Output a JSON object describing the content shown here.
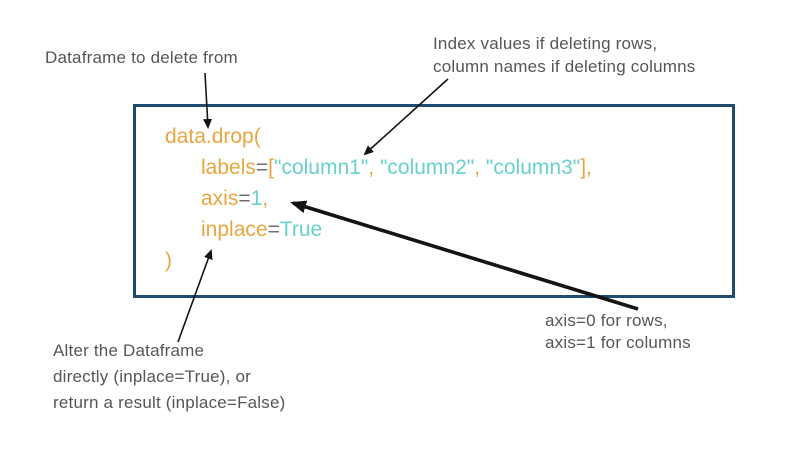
{
  "colors": {
    "orange": "#EAA63E",
    "teal": "#67D1CA",
    "operator_gray": "#6D6E71",
    "annotation_gray": "#55565A",
    "box_border": "#1D4C70",
    "arrow_black": "#141414",
    "background": "#FFFFFF"
  },
  "annotations": {
    "dataframe": {
      "lines": [
        "Dataframe to delete from"
      ]
    },
    "labels": {
      "lines": [
        "Index values if deleting rows,",
        "column names if deleting columns"
      ]
    },
    "axis": {
      "lines": [
        "axis=0 for rows,",
        "axis=1 for columns"
      ]
    },
    "inplace": {
      "lines": [
        "Alter the Dataframe",
        "directly (inplace=True), or",
        "return a result (inplace=False)"
      ]
    }
  },
  "code_box": {
    "lines": [
      {
        "indent": 0,
        "tokens": [
          {
            "t": "data.drop(",
            "c": "orange"
          }
        ]
      },
      {
        "indent": 1,
        "tokens": [
          {
            "t": "labels",
            "c": "orange"
          },
          {
            "t": "=",
            "c": "gray"
          },
          {
            "t": "[",
            "c": "orange"
          },
          {
            "t": "\"column1\"",
            "c": "teal"
          },
          {
            "t": ", ",
            "c": "orange"
          },
          {
            "t": "\"column2\"",
            "c": "teal"
          },
          {
            "t": ", ",
            "c": "orange"
          },
          {
            "t": "\"column3\"",
            "c": "teal"
          },
          {
            "t": "],",
            "c": "orange"
          }
        ]
      },
      {
        "indent": 1,
        "tokens": [
          {
            "t": "axis",
            "c": "orange"
          },
          {
            "t": "=",
            "c": "gray"
          },
          {
            "t": "1",
            "c": "teal"
          },
          {
            "t": ",",
            "c": "orange"
          }
        ]
      },
      {
        "indent": 1,
        "tokens": [
          {
            "t": "inplace",
            "c": "orange"
          },
          {
            "t": "=",
            "c": "gray"
          },
          {
            "t": "True",
            "c": "teal"
          }
        ]
      },
      {
        "indent": 0,
        "tokens": [
          {
            "t": ")",
            "c": "orange"
          }
        ]
      }
    ]
  }
}
